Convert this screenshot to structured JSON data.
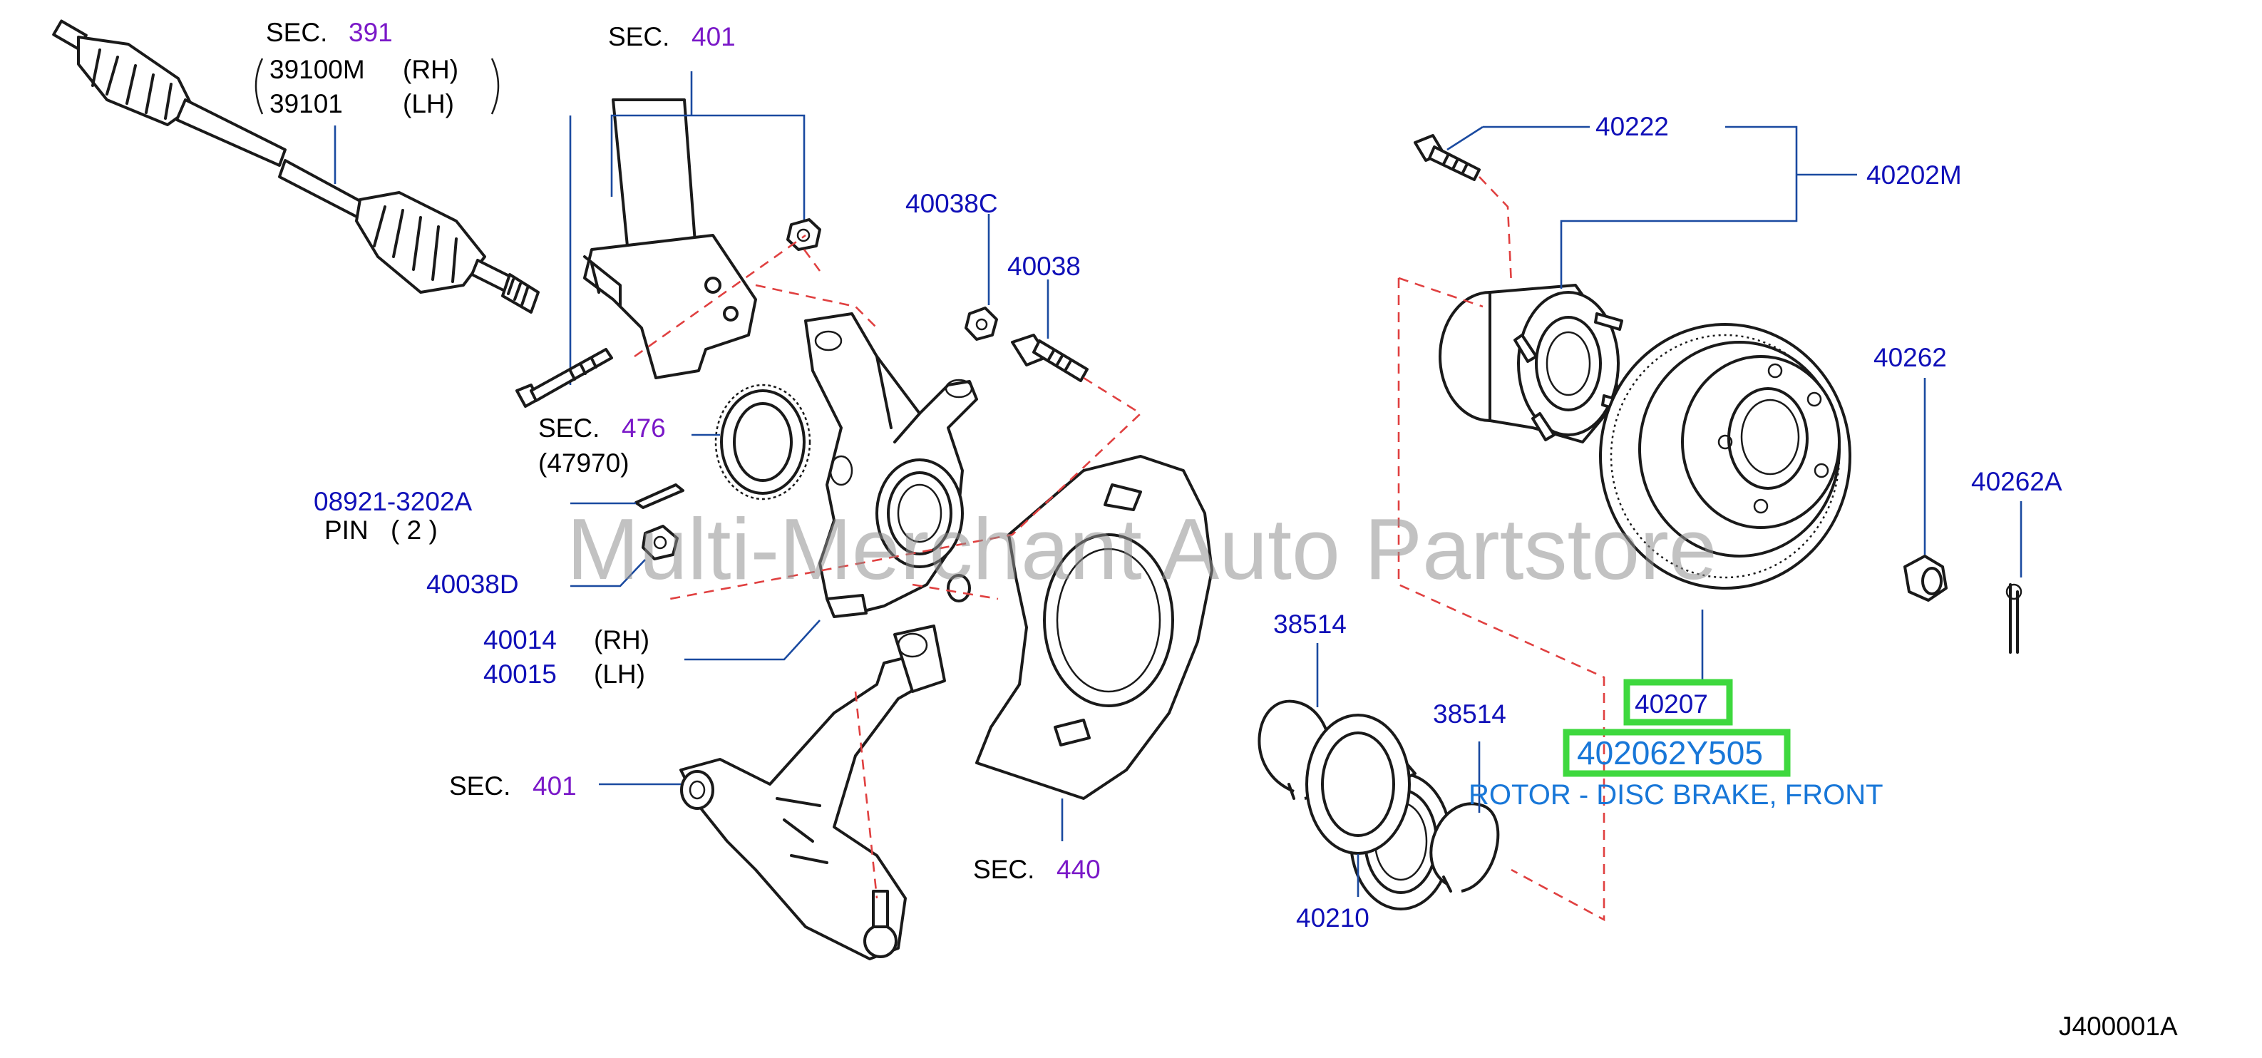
{
  "watermark": "Multi-Merchant Auto Partstore",
  "diagram_code": "J400001A",
  "colors": {
    "ref_blue": "#1010b8",
    "sec_purple": "#7a18c8",
    "highlight_green": "#3ed83e",
    "desc_blue": "#1877d8",
    "dash_red": "#e04040"
  },
  "callouts": {
    "sec391": {
      "prefix": "SEC.",
      "num": "391"
    },
    "p39100M": {
      "part": "39100M",
      "side": "(RH)"
    },
    "p39101": {
      "part": "39101",
      "side": "(LH)"
    },
    "sec401_top": {
      "prefix": "SEC.",
      "num": "401"
    },
    "p40038C": "40038C",
    "p40038": "40038",
    "sec476": {
      "prefix": "SEC.",
      "num": "476",
      "sub": "(47970)"
    },
    "p08921": {
      "part": "08921-3202A",
      "name": "PIN",
      "qty": "( 2 )"
    },
    "p40038D": "40038D",
    "p40014": {
      "part": "40014",
      "side": "(RH)"
    },
    "p40015": {
      "part": "40015",
      "side": "(LH)"
    },
    "sec401_bottom": {
      "prefix": "SEC.",
      "num": "401"
    },
    "sec440": {
      "prefix": "SEC.",
      "num": "440"
    },
    "p40222": "40222",
    "p40202M": "40202M",
    "p40262": "40262",
    "p40262A": "40262A",
    "p38514_left": "38514",
    "p38514_right": "38514",
    "p40210": "40210",
    "p40207": "40207",
    "highlight_part_number": "402062Y505",
    "highlight_description": "ROTOR - DISC BRAKE, FRONT"
  },
  "icons": [
    "drive-shaft-icon",
    "strut-icon",
    "knuckle-icon",
    "tone-ring-icon",
    "lower-arm-icon",
    "splash-shield-icon",
    "hub-icon",
    "disc-rotor-icon",
    "bearing-icon",
    "snap-ring-icon",
    "lug-nut-icon",
    "cotter-pin-icon",
    "bolt-icon",
    "nut-icon"
  ]
}
